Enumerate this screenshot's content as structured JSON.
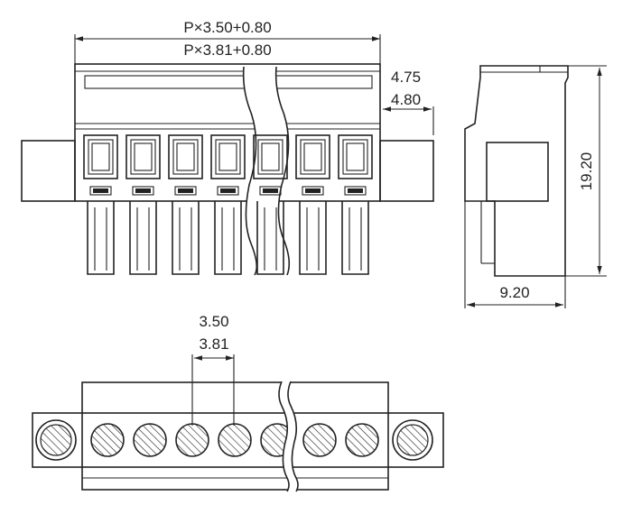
{
  "front_view": {
    "pitch_dim_line1": "P×3.50+0.80",
    "pitch_dim_line2": "P×3.81+0.80",
    "flange_dim_line1": "4.75",
    "flange_dim_line2": "4.80",
    "pole_count": 7
  },
  "side_view": {
    "height_dim": "19.20",
    "depth_dim": "9.20"
  },
  "bottom_view": {
    "pitch_dim_line1": "3.50",
    "pitch_dim_line2": "3.81",
    "screw_count": 7
  },
  "icons": {
    "screw": "slotted-screw-icon",
    "wire_clamp": "wire-entry-icon"
  },
  "colors": {
    "line": "#222222",
    "background": "#ffffff"
  }
}
